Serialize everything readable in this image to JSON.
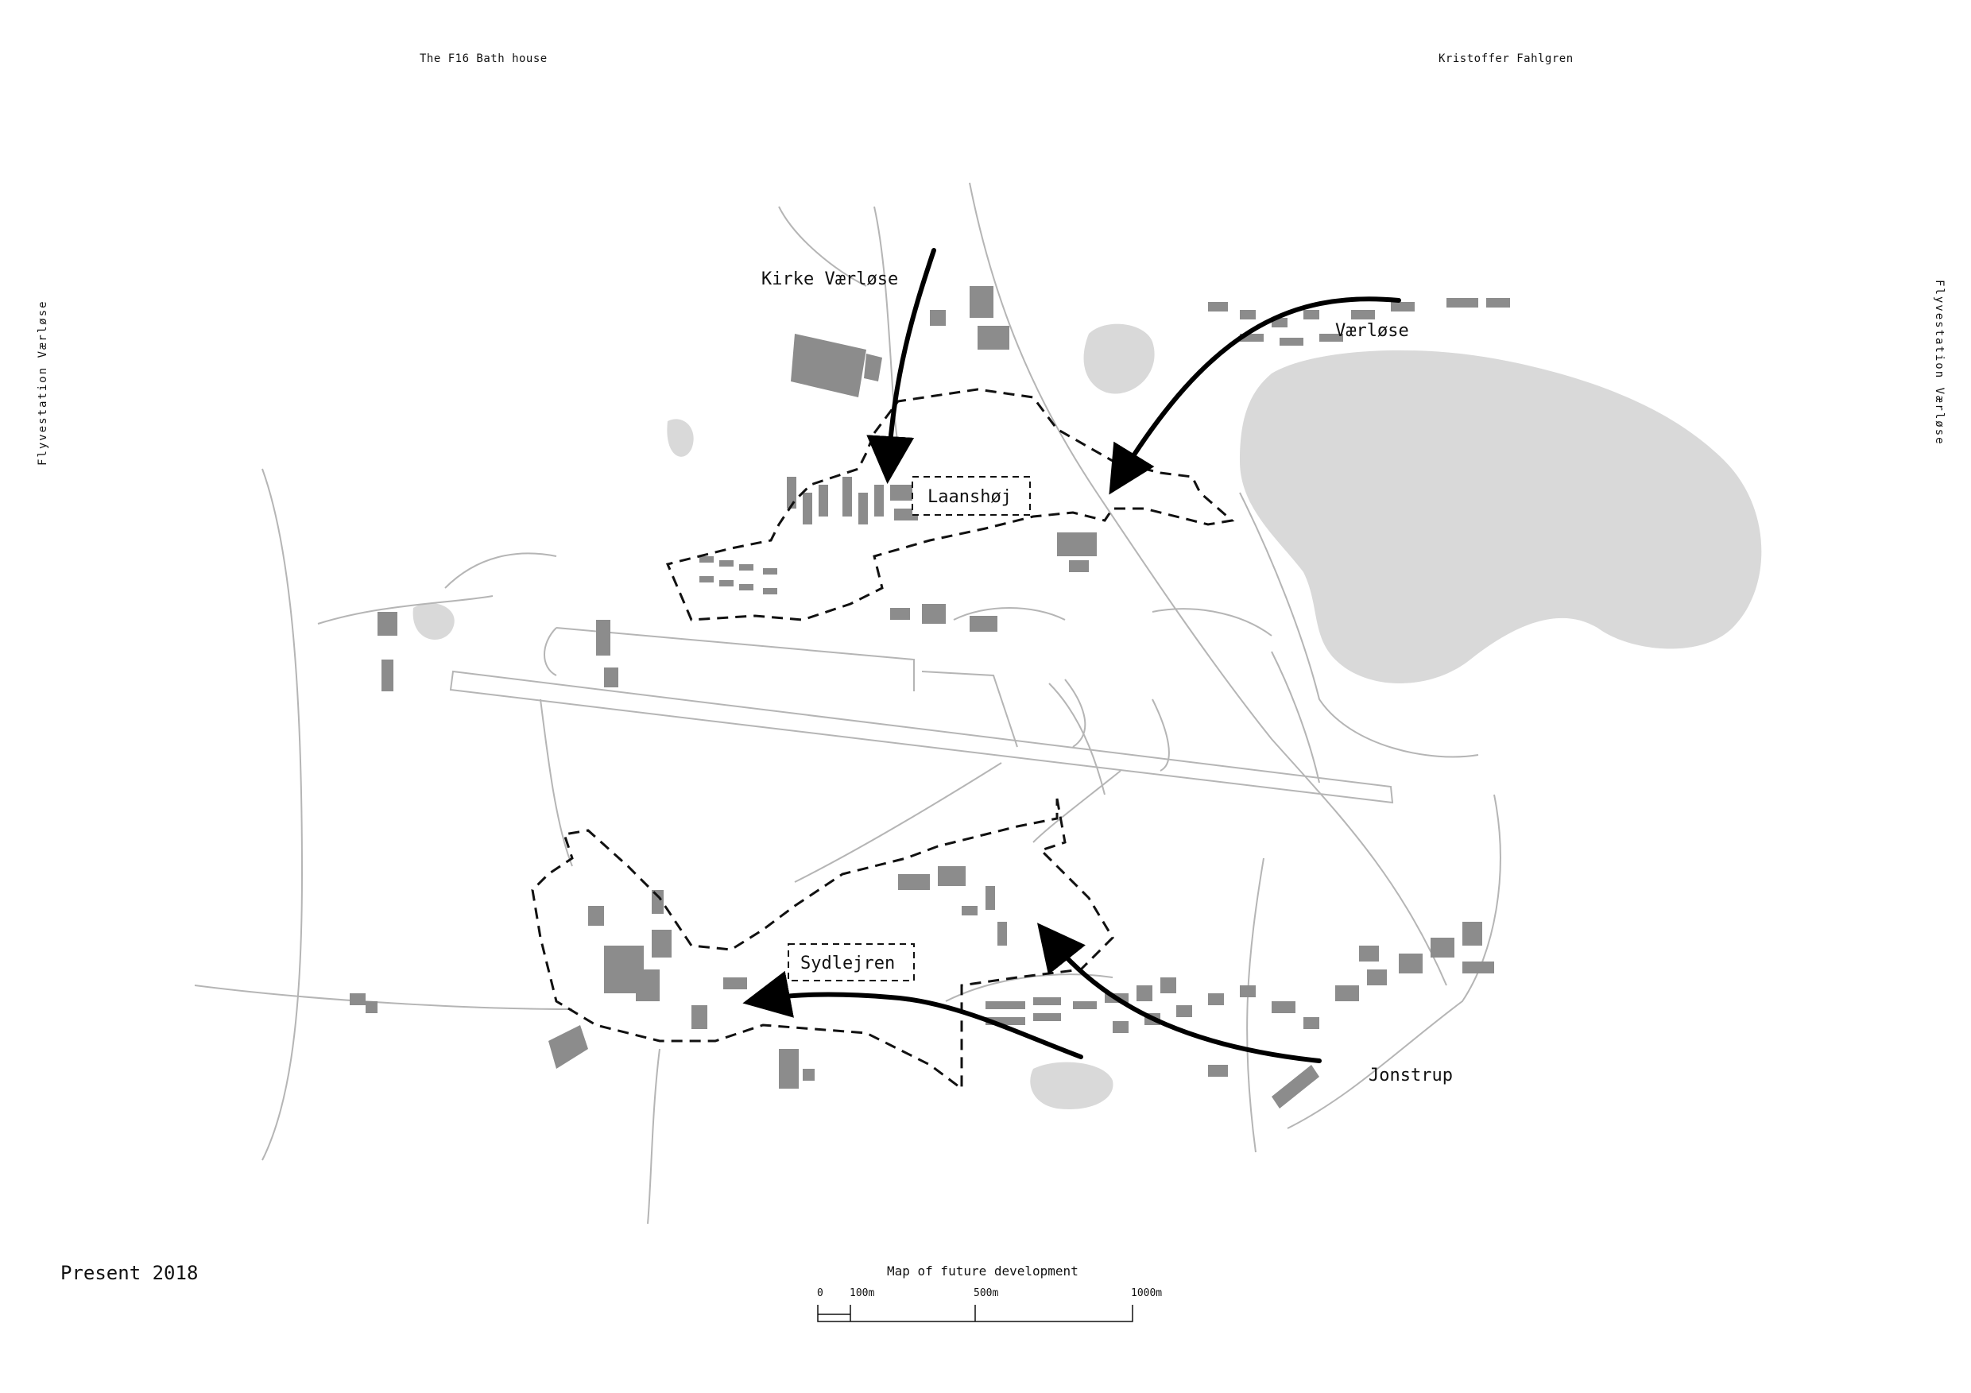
{
  "header": {
    "project_title": "The F16 Bath house",
    "author": "Kristoffer Fahlgren"
  },
  "side_label_left": "Flyvestation Værløse",
  "side_label_right": "Flyvestation Værløse",
  "places": {
    "kirke_varlose": "Kirke Værløse",
    "varlose": "Værløse",
    "laanshoj": "Laanshøj",
    "sydlejren": "Sydlejren",
    "jonstrup": "Jonstrup"
  },
  "footer": {
    "present_label": "Present 2018",
    "map_caption": "Map of future development"
  },
  "scale_bar": {
    "labels": [
      "0",
      "100m",
      "500m",
      "1000m"
    ]
  },
  "colors": {
    "water": "#d9d9d9",
    "building": "#8c8c8c",
    "road": "#b5b5b5",
    "arrow": "#000000"
  }
}
